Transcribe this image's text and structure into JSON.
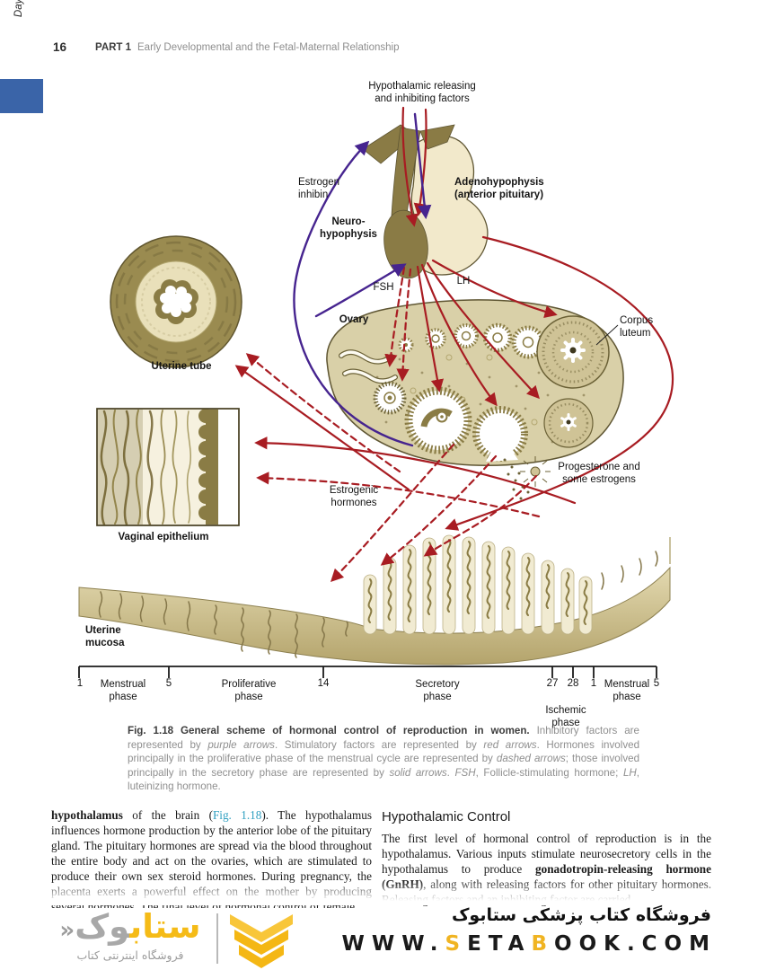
{
  "page_header": {
    "page_number": "16",
    "part_label": "PART 1",
    "part_title": "Early Developmental and the Fetal-Maternal Relationship"
  },
  "figure": {
    "labels": {
      "hypothalamic_factors": "Hypothalamic releasing\nand inhibiting factors",
      "estrogen_inhibin": "Estrogen\ninhibin",
      "neurohypophysis": "Neuro-\nhypophysis",
      "adenohypophysis": "Adenohypophysis\n(anterior pituitary)",
      "fsh": "FSH",
      "lh": "LH",
      "ovary": "Ovary",
      "corpus_luteum": "Corpus\nluteum",
      "progesterone": "Progesterone and\nsome estrogens",
      "estrogenic_hormones": "Estrogenic\nhormones",
      "uterine_tube": "Uterine tube",
      "vaginal_epithelium": "Vaginal epithelium",
      "uterine_mucosa": "Uterine\nmucosa"
    },
    "timeline": {
      "axis_label": "Days",
      "tick_labels": [
        "1",
        "5",
        "14",
        "27",
        "28",
        "1",
        "5"
      ],
      "phase_labels": [
        "Menstrual\nphase",
        "Proliferative\nphase",
        "Secretory\nphase",
        "Ischemic\nphase",
        "Menstrual\nphase"
      ]
    }
  },
  "caption": {
    "parts": [
      {
        "text": "Fig. 1.18  General scheme of hormonal control of reproduction in women. "
      },
      {
        "text": "Inhibitory factors are represented by "
      },
      {
        "text": "purple arrows"
      },
      {
        "text": ". Stimulatory factors are represented by "
      },
      {
        "text": "red arrows"
      },
      {
        "text": ". Hormones involved principally in the proliferative phase of the menstrual cycle are represented by "
      },
      {
        "text": "dashed arrows"
      },
      {
        "text": "; those involved principally in the secretory phase are represented by "
      },
      {
        "text": "solid arrows"
      },
      {
        "text": ". "
      },
      {
        "text": "FSH"
      },
      {
        "text": ", Follicle-stimulating hormone; "
      },
      {
        "text": "LH"
      },
      {
        "text": ", luteinizing hormone."
      }
    ]
  },
  "body": {
    "left_column": {
      "parts": [
        {
          "text": "hypothalamus"
        },
        {
          "text": " of the brain ("
        },
        {
          "text": "Fig. 1.18"
        },
        {
          "text": "). The hypothalamus influences hormone production by the anterior lobe of the pituitary gland. The pituitary hormones are spread via the blood throughout the entire body and act on the ovaries, which are stimulated to produce their own sex steroid hormones. During pregnancy, the placenta exerts a powerful effect on the mother by producing several hormones. The final level of hormonal control of female"
        }
      ]
    },
    "right_column": {
      "heading": "Hypothalamic Control",
      "parts": [
        {
          "text": "The first level of hormonal control of reproduction is in the hypothalamus. Various inputs stimulate neurosecretory cells in the hypothalamus to produce "
        },
        {
          "text": "gonadotropin-releasing hormone (GnRH)"
        },
        {
          "text": ", along with releasing factors for other pituitary hormones. Releasing factors and an inhibiting factor are carried"
        }
      ]
    }
  },
  "footer": {
    "brand_wordmark_main": "ستاب",
    "brand_wordmark_tail": "وک",
    "brand_mark": "«",
    "brand_tagline": "فروشگاه اینترنتی کتاب",
    "store_title_fa": "فروشگاه کتاب پزشکی ستابوک",
    "url_parts": [
      {
        "text": "WWW."
      },
      {
        "text": "S"
      },
      {
        "text": "ETA"
      },
      {
        "text": "B"
      },
      {
        "text": "OOK.COM"
      }
    ]
  },
  "colors": {
    "stimulatory_arrow_red": "#a81c22",
    "inhibitory_arrow_purple": "#46248f",
    "olive": "#8a7b45",
    "cream": "#f2e9cb",
    "ovary_tan": "#d9d0a8",
    "chapter_tab_blue": "#3a64a8",
    "figure_link_teal": "#2f9fc0",
    "brand_yellow": "#f5bb17"
  }
}
